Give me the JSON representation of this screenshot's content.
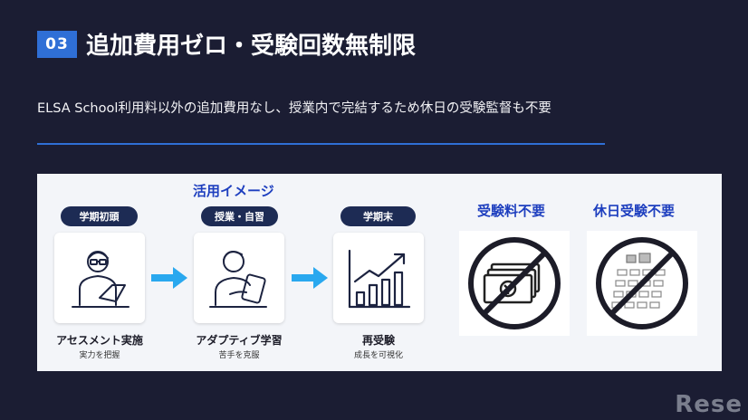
{
  "header": {
    "badge": "03",
    "title": "追加費用ゼロ・受験回数無制限",
    "subtitle": "ELSA School利用料以外の追加費用なし、授業内で完結するため休日の受験監督も不要"
  },
  "usage": {
    "caption": "活用イメージ",
    "steps": [
      {
        "phase": "学期初頭",
        "label": "アセスメント実施",
        "sub": "実力を把握",
        "icon": "student-laptop-icon"
      },
      {
        "phase": "授業・自習",
        "label": "アダプティブ学習",
        "sub": "苦手を克服",
        "icon": "student-tablet-icon"
      },
      {
        "phase": "学期末",
        "label": "再受験",
        "sub": "成長を可視化",
        "icon": "growth-chart-icon"
      }
    ]
  },
  "benefits": [
    {
      "label": "受験料不要",
      "icon": "no-money-icon"
    },
    {
      "label": "休日受験不要",
      "icon": "no-holiday-exam-icon"
    }
  ],
  "watermark": "Rese",
  "colors": {
    "background": "#1b1d33",
    "accent": "#2f6fd6",
    "caption": "#1e3fbf",
    "pill": "#1d2b54",
    "arrow": "#29a8ef"
  }
}
